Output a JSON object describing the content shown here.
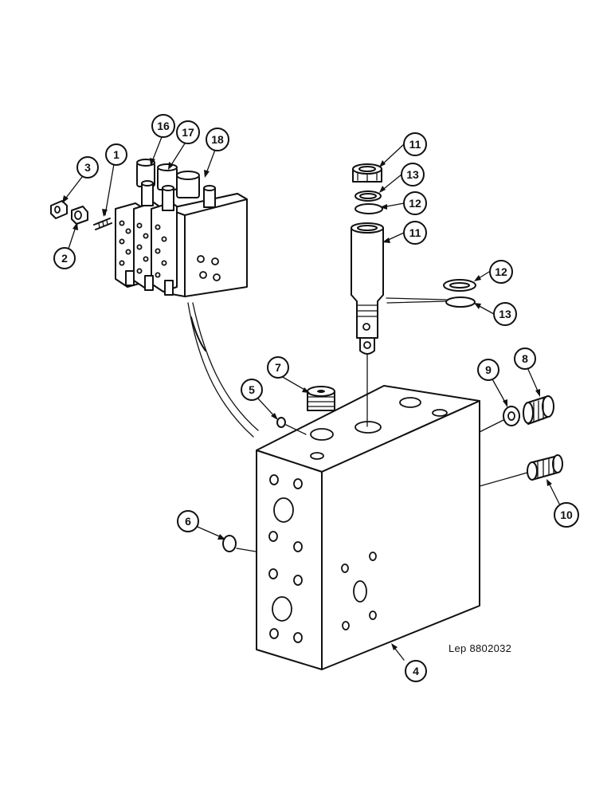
{
  "drawing": {
    "reference": "Lep 8802032"
  },
  "callouts": [
    {
      "id": "c1",
      "label": "1"
    },
    {
      "id": "c2",
      "label": "2"
    },
    {
      "id": "c3",
      "label": "3"
    },
    {
      "id": "c4",
      "label": "4"
    },
    {
      "id": "c5",
      "label": "5"
    },
    {
      "id": "c6",
      "label": "6"
    },
    {
      "id": "c7",
      "label": "7"
    },
    {
      "id": "c8",
      "label": "8"
    },
    {
      "id": "c9",
      "label": "9"
    },
    {
      "id": "c10",
      "label": "10"
    },
    {
      "id": "c11a",
      "label": "11"
    },
    {
      "id": "c11b",
      "label": "11"
    },
    {
      "id": "c12a",
      "label": "12"
    },
    {
      "id": "c12b",
      "label": "12"
    },
    {
      "id": "c13a",
      "label": "13"
    },
    {
      "id": "c13b",
      "label": "13"
    },
    {
      "id": "c16",
      "label": "16"
    },
    {
      "id": "c17",
      "label": "17"
    },
    {
      "id": "c18",
      "label": "18"
    }
  ]
}
